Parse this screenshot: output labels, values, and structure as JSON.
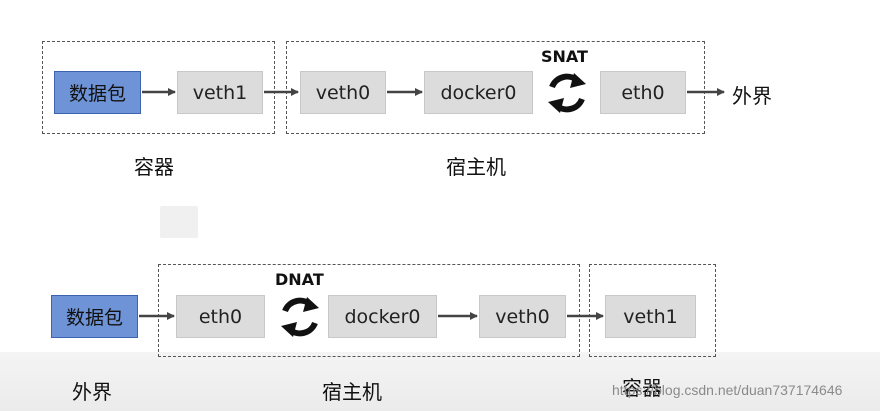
{
  "top_flow": {
    "nodes": {
      "packet": "数据包",
      "veth1": "veth1",
      "veth0": "veth0",
      "docker0": "docker0",
      "eth0": "eth0"
    },
    "nat_label": "SNAT",
    "destination": "外界",
    "container_caption": "容器",
    "host_caption": "宿主机"
  },
  "bottom_flow": {
    "nodes": {
      "packet": "数据包",
      "eth0": "eth0",
      "docker0": "docker0",
      "veth0": "veth0",
      "veth1": "veth1"
    },
    "nat_label": "DNAT",
    "source_caption": "外界",
    "host_caption": "宿主机",
    "container_caption": "容器"
  },
  "watermark": "https://blog.csdn.net/duan737174646",
  "colors": {
    "packet_fill": "#6e93d6",
    "node_fill": "#dcdcdc",
    "arrow": "#444444"
  },
  "icons": [
    "refresh-cycle-icon"
  ]
}
